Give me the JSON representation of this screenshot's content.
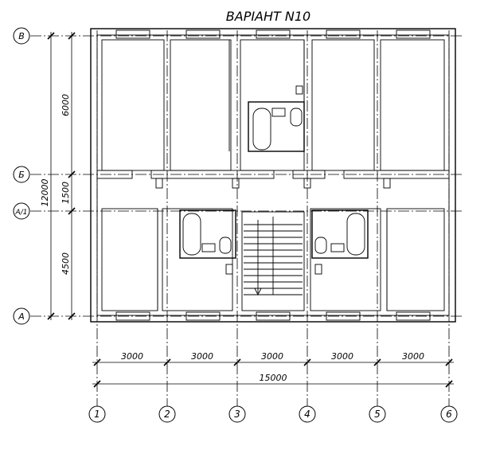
{
  "title": "ВАРІАНТ N10",
  "axes": {
    "vertical": [
      "1",
      "2",
      "3",
      "4",
      "5",
      "6"
    ],
    "horizontal": [
      "В",
      "Б",
      "А/1",
      "А"
    ]
  },
  "dimensions": {
    "bays": [
      "3000",
      "3000",
      "3000",
      "3000",
      "3000"
    ],
    "overall_width": "15000",
    "left_segments": [
      "6000",
      "1500",
      "4500"
    ],
    "overall_depth": "12000"
  }
}
